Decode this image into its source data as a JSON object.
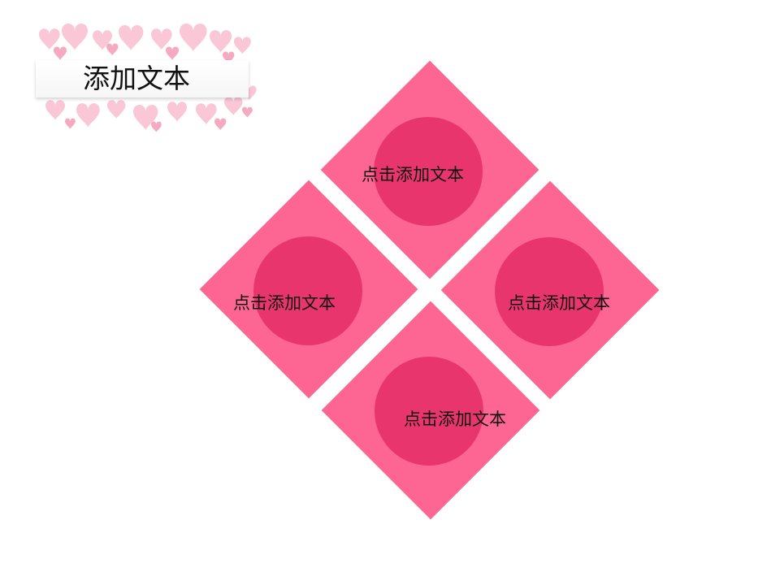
{
  "title": {
    "text": "添加文本"
  },
  "colors": {
    "diamond": "#fd6692",
    "circle": "#e9356d",
    "heart_light": "#f9c7d6",
    "heart_mid": "#f5aac1"
  },
  "tiles": [
    {
      "label": "点击添加文本"
    },
    {
      "label": "点击添加文本"
    },
    {
      "label": "点击添加文本"
    },
    {
      "label": "点击添加文本"
    }
  ]
}
